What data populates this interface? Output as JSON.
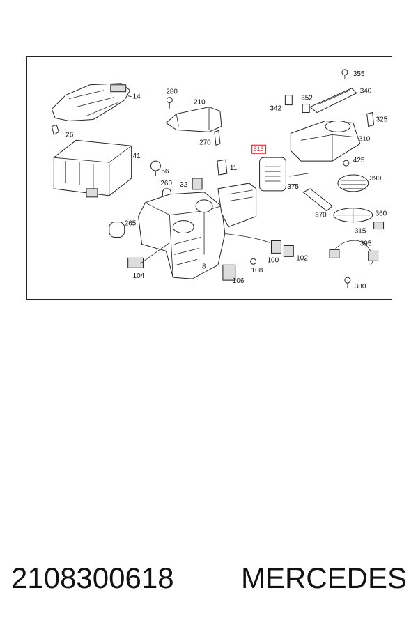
{
  "diagram": {
    "highlighted_part": "515",
    "part_labels": {
      "p14": "14",
      "p26": "26",
      "p41": "41",
      "p56": "56",
      "p260": "260",
      "p32": "32",
      "p265": "265",
      "p104": "104",
      "p8": "8",
      "p106": "106",
      "p108": "108",
      "p100": "100",
      "p102": "102",
      "p280": "280",
      "p210": "210",
      "p270": "270",
      "p11": "11",
      "p342": "342",
      "p352": "352",
      "p355": "355",
      "p340": "340",
      "p325": "325",
      "p310": "310",
      "p425": "425",
      "p390": "390",
      "p375": "375",
      "p370": "370",
      "p360": "360",
      "p315": "315",
      "p395": "395",
      "p380": "380"
    }
  },
  "footer": {
    "part_number": "2108300618",
    "brand": "MERCEDES"
  }
}
